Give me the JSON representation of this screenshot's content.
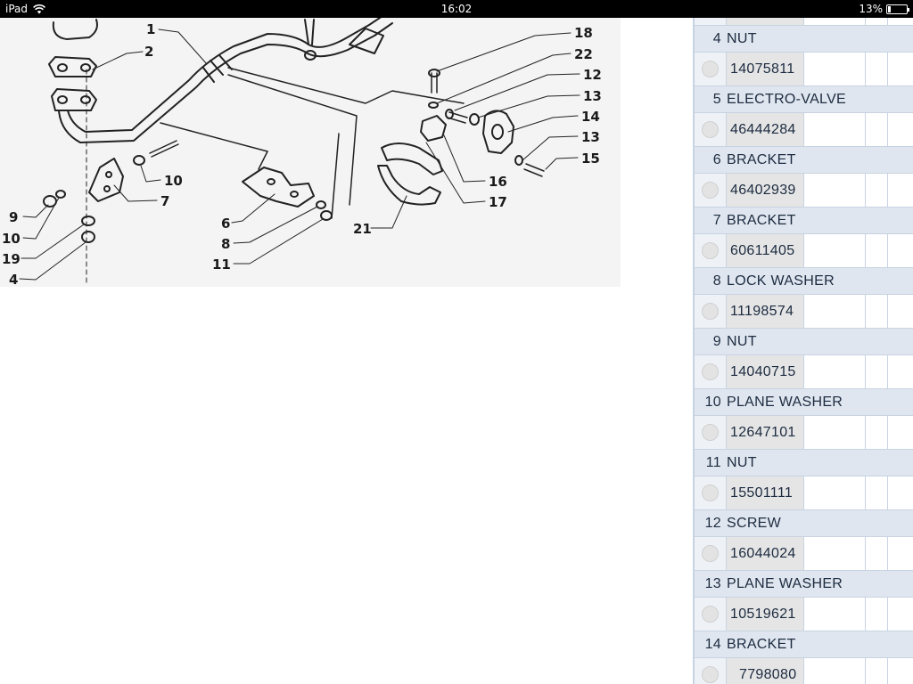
{
  "status_bar": {
    "device": "iPad",
    "time": "16:02",
    "battery_text": "13%",
    "battery_level": 0.13
  },
  "diagram": {
    "callouts": [
      "1",
      "2",
      "18",
      "22",
      "12",
      "13",
      "14",
      "13",
      "15",
      "16",
      "17",
      "21",
      "10",
      "7",
      "6",
      "8",
      "11",
      "9",
      "10",
      "19",
      "4"
    ]
  },
  "parts": [
    {
      "num": "4",
      "name": "NUT",
      "code": "14075811"
    },
    {
      "num": "5",
      "name": "ELECTRO-VALVE",
      "code": "46444284"
    },
    {
      "num": "6",
      "name": "BRACKET",
      "code": "46402939"
    },
    {
      "num": "7",
      "name": "BRACKET",
      "code": "60611405"
    },
    {
      "num": "8",
      "name": "LOCK WASHER",
      "code": "11198574"
    },
    {
      "num": "9",
      "name": "NUT",
      "code": "14040715"
    },
    {
      "num": "10",
      "name": "PLANE WASHER",
      "code": "12647101"
    },
    {
      "num": "11",
      "name": "NUT",
      "code": "15501111"
    },
    {
      "num": "12",
      "name": "SCREW",
      "code": "16044024"
    },
    {
      "num": "13",
      "name": "PLANE WASHER",
      "code": "10519621"
    },
    {
      "num": "14",
      "name": "BRACKET",
      "code": "7798080"
    }
  ]
}
